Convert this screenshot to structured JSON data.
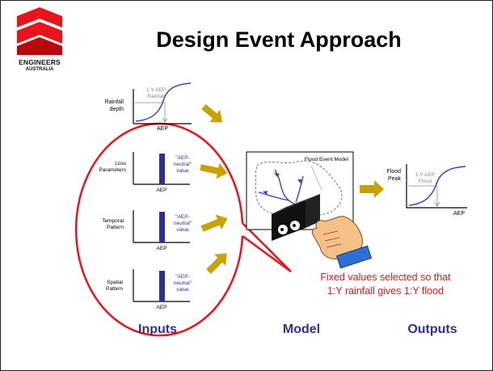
{
  "slide": {
    "title": "Design Event Approach",
    "logo": {
      "line1": "ENGINEERS",
      "line2": "AUSTRALIA"
    }
  },
  "rainfall_chart": {
    "ylabel": "Rainfall depth",
    "xlabel": "AEP",
    "annotation": "1:Y AEP Rainfall"
  },
  "input_charts": [
    {
      "ylabel": "Loss Parameters",
      "xlabel": "AEP",
      "value_label": "\"AEP-neutral\" value"
    },
    {
      "ylabel": "Temporal Pattern",
      "xlabel": "AEP",
      "value_label": "\"AEP-neutral\" value"
    },
    {
      "ylabel": "Spatial Pattern",
      "xlabel": "AEP",
      "value_label": "\"AEP-neutral\" value"
    }
  ],
  "model": {
    "title": "Flood Event Model"
  },
  "flood_chart": {
    "ylabel": "Flood Peak",
    "xlabel": "AEP",
    "annotation": "1:Y AEP Flood"
  },
  "callout": {
    "text_line1": "Fixed values selected so that",
    "text_line2": "1:Y rainfall gives 1:Y flood"
  },
  "columns": {
    "inputs": "Inputs",
    "model": "Model",
    "outputs": "Outputs"
  },
  "colors": {
    "accent_blue": "#2e3192",
    "curve_blue": "#3b3fc4",
    "red": "#e8141a",
    "arrow_gold": "#c9a100",
    "annotation_gray": "#8a8a8a"
  }
}
